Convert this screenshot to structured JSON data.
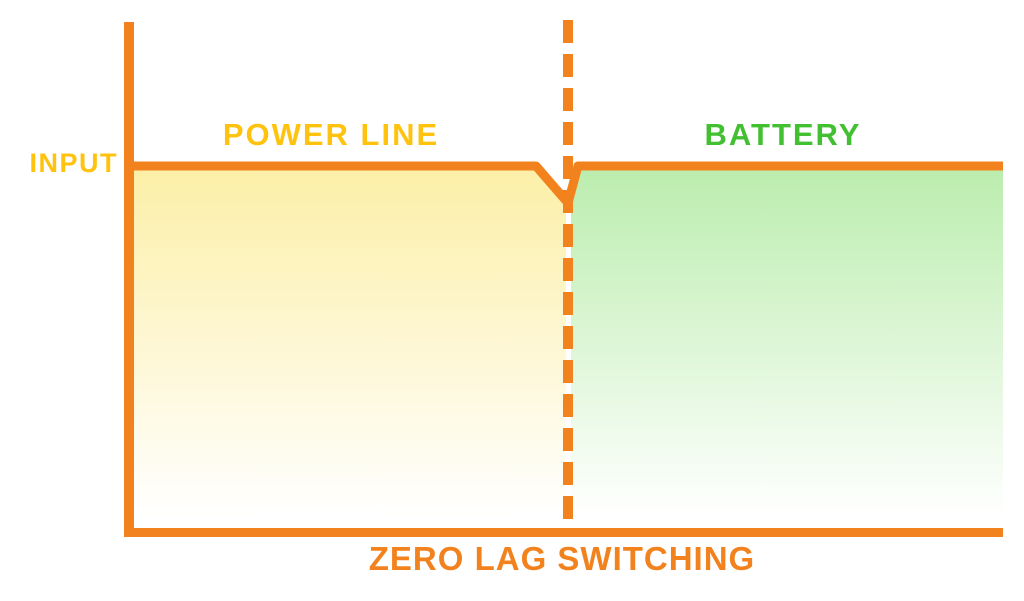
{
  "diagram": {
    "title": "ZERO LAG SWITCHING",
    "y_axis_label": "INPUT",
    "regions": [
      {
        "label": "POWER LINE"
      },
      {
        "label": "BATTERY"
      }
    ]
  },
  "colors": {
    "axis_orange": "#F2821D",
    "title_orange": "#F2821D",
    "power_label_yellow": "#FFC30F",
    "battery_label_green": "#42C032",
    "power_fill_top": "#FCEFA7",
    "battery_fill_top": "#BBEDAE",
    "fill_bottom": "#FFFFFF"
  }
}
